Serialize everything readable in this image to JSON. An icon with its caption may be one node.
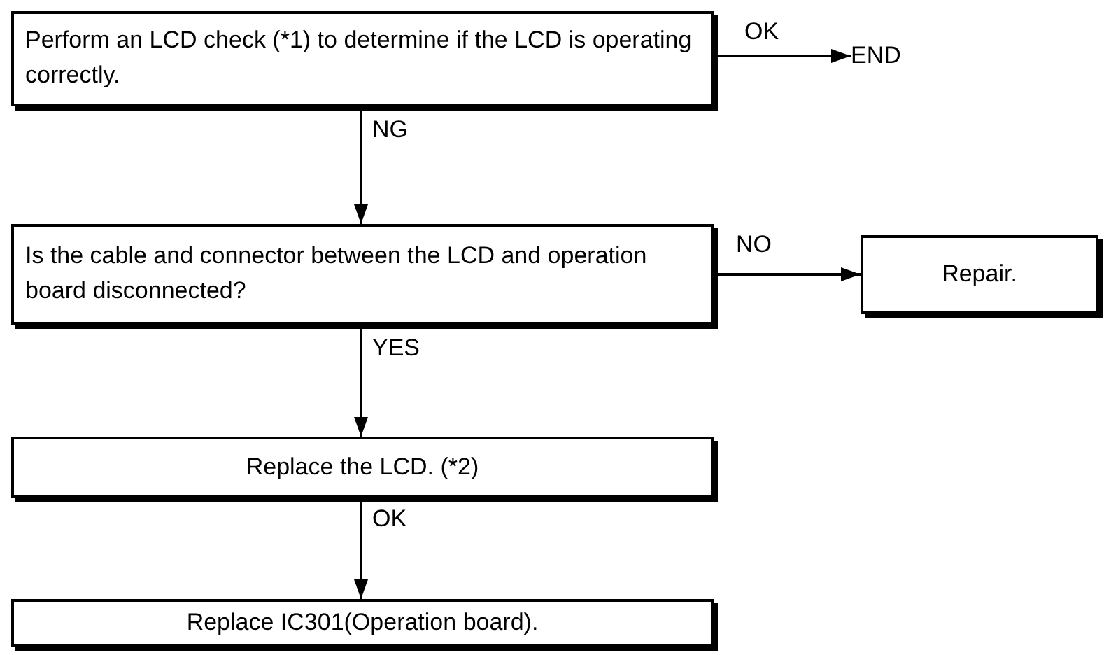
{
  "diagram": {
    "nodes": [
      {
        "text": [
          "Perform an LCD check (*1) to determine if the LCD is operating correctly."
        ]
      },
      {
        "text": [
          "END"
        ]
      },
      {
        "text": [
          "Is the cable and connector between the LCD and operation board disconnected?"
        ]
      },
      {
        "text": [
          "Repair."
        ]
      },
      {
        "text": [
          "Replace the LCD. (*2)"
        ]
      },
      {
        "text": [
          "Replace IC301(Operation board)."
        ]
      }
    ],
    "edges": [
      {
        "from": 0,
        "to": 1,
        "arrow": "to",
        "label": "OK"
      },
      {
        "from": 0,
        "to": 2,
        "arrow": "to",
        "label": "NG"
      },
      {
        "from": 2,
        "to": 3,
        "arrow": "to",
        "label": "NO"
      },
      {
        "from": 2,
        "to": 4,
        "arrow": "to",
        "label": "YES"
      },
      {
        "from": 4,
        "to": 5,
        "arrow": "to",
        "label": "OK"
      }
    ]
  }
}
